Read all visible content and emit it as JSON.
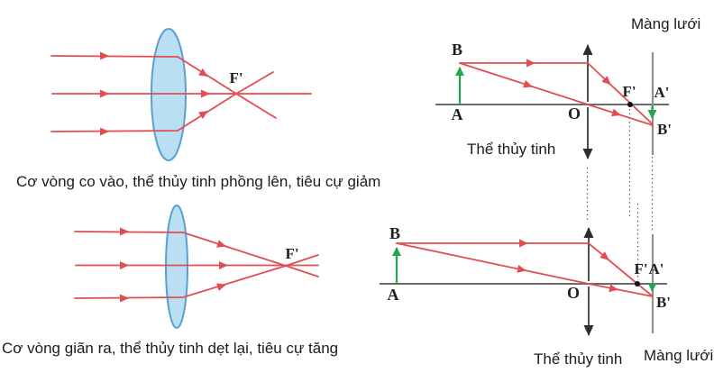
{
  "colors": {
    "ray_red": "#e04e53",
    "arrow_green": "#26a34f",
    "lens_fill": "#badff2",
    "lens_stroke": "#58a0cf",
    "axis_gray": "#6b6b6b",
    "retina_gray": "#8f8f8f",
    "lens_line_black": "#2e2e2e",
    "text": "#1b1b1b",
    "background": "#ffffff"
  },
  "captions": {
    "bulge": "Cơ vòng co vào, thể thủy tinh phồng lên, tiêu cự giảm",
    "flatten": "Cơ vòng giãn ra, thể thủy tinh dẹt lại, tiêu cự tăng"
  },
  "lens_top": {
    "focal": "F'"
  },
  "lens_bottom": {
    "focal": "F'"
  },
  "eye_near": {
    "retina": "Màng lưới",
    "lens": "Thể thủy tinh",
    "object_tip": "B",
    "object_base": "A",
    "center": "O",
    "focal": "F'",
    "image_base": "A'",
    "image_tip": "B'"
  },
  "eye_far": {
    "retina": "Màng lưới",
    "lens": "Thể thủy tinh",
    "object_tip": "B",
    "object_base": "A",
    "center": "O",
    "focal": "F'",
    "image_base": "A'",
    "image_tip": "B'"
  }
}
